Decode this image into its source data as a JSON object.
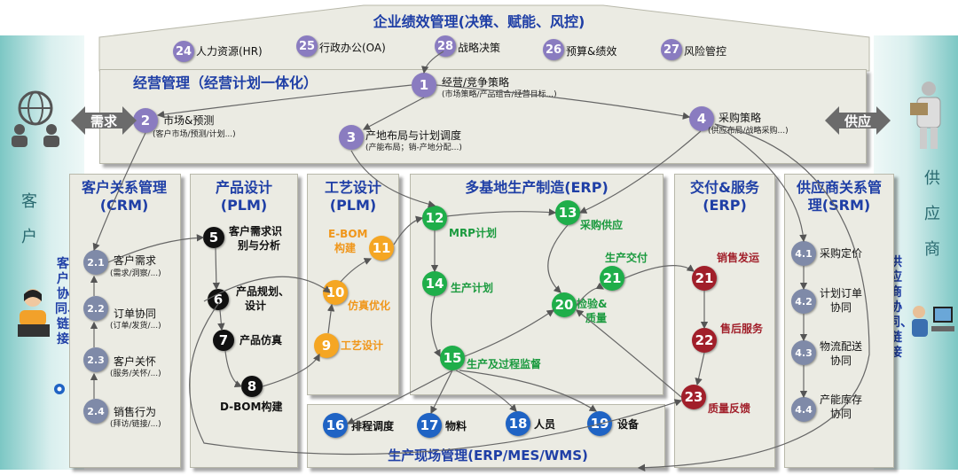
{
  "top": {
    "title": "企业绩效管理(决策、赋能、风控)",
    "items": [
      {
        "n": "24",
        "label": "人力资源(HR)"
      },
      {
        "n": "25",
        "label": "行政办公(OA)"
      },
      {
        "n": "28",
        "label": "战略决策"
      },
      {
        "n": "26",
        "label": "预算&绩效"
      },
      {
        "n": "27",
        "label": "风险管控"
      }
    ]
  },
  "mgmt": {
    "title": "经营管理（经营计划一体化）",
    "n1": "1",
    "n1_label": "经营/竞争策略",
    "n1_sub": "(市场策略/产品组合/经营目标...)",
    "n2": "2",
    "n2_label": "市场&预测",
    "n2_sub": "(客户市场/预测/计划...)",
    "n3": "3",
    "n3_label": "产地布局与计划调度",
    "n3_sub": "(产能布局；销-产地分配...)",
    "n4": "4",
    "n4_label": "采购策略",
    "n4_sub": "(供应布局/战略采购...)"
  },
  "left_arrow": "需求",
  "right_arrow": "供应",
  "customer_vertical": "客户",
  "supplier_vertical": "供应商",
  "customer_collab": "客户协同、链接",
  "supplier_collab": "供应商协同、链接",
  "crm": {
    "title1": "客户关系管理",
    "title2": "(CRM)",
    "items": [
      {
        "n": "2.1",
        "label": "客户需求",
        "sub": "(需求/洞察/...)"
      },
      {
        "n": "2.2",
        "label": "订单协同",
        "sub": "(订单/发货/...)"
      },
      {
        "n": "2.3",
        "label": "客户关怀",
        "sub": "(服务/关怀/...)"
      },
      {
        "n": "2.4",
        "label": "销售行为",
        "sub": "(拜访/链接/...)"
      }
    ]
  },
  "plm": {
    "title1": "产品设计",
    "title2": "(PLM)",
    "n5": "5",
    "n5_label1": "客户需求识",
    "n5_label2": "别与分析",
    "n6": "6",
    "n6_label1": "产品规划、",
    "n6_label2": "设计",
    "n7": "7",
    "n7_label": "产品仿真",
    "n8": "8",
    "n8_label": "D-BOM构建"
  },
  "proc": {
    "title1": "工艺设计",
    "title2": "(PLM)",
    "ebom1": "E-BOM",
    "ebom2": "构建",
    "n11": "11",
    "n10": "10",
    "n10_label": "仿真优化",
    "n9": "9",
    "n9_label": "工艺设计"
  },
  "erp": {
    "title": "多基地生产制造(ERP)",
    "n12": "12",
    "n12_label": "MRP计划",
    "n13": "13",
    "n13_label": "采购供应",
    "n14": "14",
    "n14_label": "生产计划",
    "n21": "21",
    "n21_label": "生产交付",
    "n20": "20",
    "n20_label1": "检验&",
    "n20_label2": "质量",
    "n15": "15",
    "n15_label": "生产及过程监督"
  },
  "delivery": {
    "title1": "交付&服务",
    "title2": "(ERP)",
    "n21": "21",
    "n21_label": "销售发运",
    "n22": "22",
    "n22_label": "售后服务",
    "n23": "23",
    "n23_label": "质量反馈"
  },
  "srm": {
    "title1": "供应商关系管",
    "title2": "理(SRM)",
    "items": [
      {
        "n": "4.1",
        "label1": "采购定价",
        "label2": ""
      },
      {
        "n": "4.2",
        "label1": "计划订单",
        "label2": "协同"
      },
      {
        "n": "4.3",
        "label1": "物流配送",
        "label2": "协同"
      },
      {
        "n": "4.4",
        "label1": "产能库存",
        "label2": "协同"
      }
    ]
  },
  "shop": {
    "title": "生产现场管理(ERP/MES/WMS)",
    "items": [
      {
        "n": "16",
        "label": "排程调度"
      },
      {
        "n": "17",
        "label": "物料"
      },
      {
        "n": "18",
        "label": "人员"
      },
      {
        "n": "19",
        "label": "设备"
      }
    ]
  },
  "colors": {
    "purple": "#8a7cc0",
    "green": "#1fae4a",
    "orange": "#f5a623",
    "red": "#a11f2a",
    "blue": "#1f63c4",
    "title": "#1f3fa6"
  }
}
